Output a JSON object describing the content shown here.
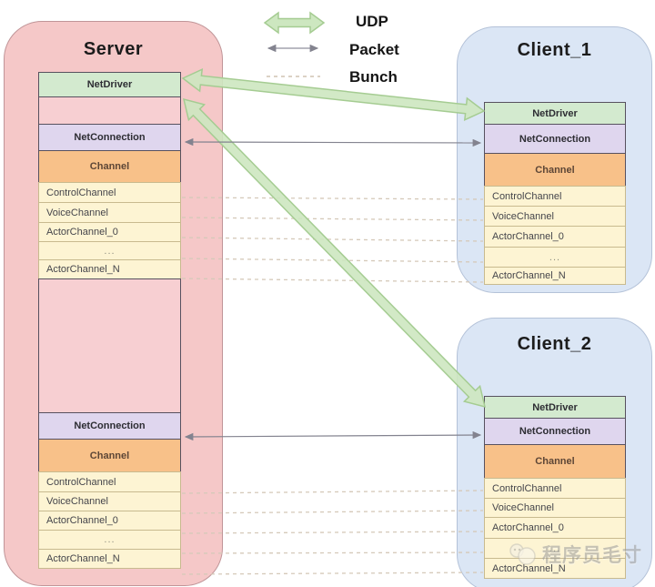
{
  "legend": {
    "udp": "UDP",
    "packet": "Packet",
    "bunch": "Bunch"
  },
  "server": {
    "title": "Server",
    "stack1": {
      "netdriver": "NetDriver",
      "netconnection": "NetConnection",
      "channel_header": "Channel",
      "rows": [
        "ControlChannel",
        "VoiceChannel",
        "ActorChannel_0",
        "...",
        "ActorChannel_N"
      ]
    },
    "stack2": {
      "netconnection": "NetConnection",
      "channel_header": "Channel",
      "rows": [
        "ControlChannel",
        "VoiceChannel",
        "ActorChannel_0",
        "...",
        "ActorChannel_N"
      ]
    }
  },
  "client1": {
    "title": "Client_1",
    "netdriver": "NetDriver",
    "netconnection": "NetConnection",
    "channel_header": "Channel",
    "rows": [
      "ControlChannel",
      "VoiceChannel",
      "ActorChannel_0",
      "...",
      "ActorChannel_N"
    ]
  },
  "client2": {
    "title": "Client_2",
    "netdriver": "NetDriver",
    "netconnection": "NetConnection",
    "channel_header": "Channel",
    "rows": [
      "ControlChannel",
      "VoiceChannel",
      "ActorChannel_0",
      "...",
      "ActorChannel_N"
    ]
  },
  "watermark": {
    "text": "程序员毛寸"
  },
  "colors": {
    "server_fill": "#f5c8c8",
    "client_fill": "#dbe6f5",
    "netdriver_fill": "#d3eacf",
    "netconnection_fill": "#dfd6ee",
    "channel_fill": "#f8c189",
    "subchannel_fill": "#fdf4d3",
    "udp_arrow_green": "#cde7c0",
    "packet_arrow_gray": "#83838f",
    "bunch_dash_tan": "#d5c9b9"
  }
}
